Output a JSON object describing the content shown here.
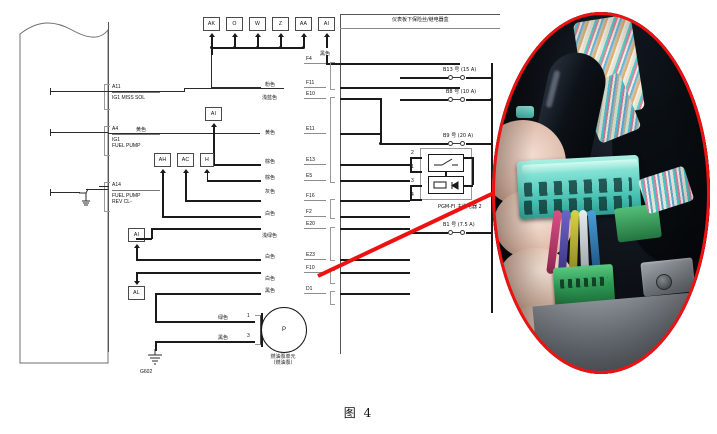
{
  "figure": {
    "caption": "图 4"
  },
  "diagram": {
    "header_label": "仪表板下保险丝/继电器盒",
    "left_terminals": [
      {
        "id": "A11",
        "desc": "IG1 MISS SOL"
      },
      {
        "id": "A4",
        "desc": "IG1\nFUEL PUMP"
      },
      {
        "id": "A14",
        "desc": "FUEL PUMP\nREV CL-"
      }
    ],
    "top_connector_boxes": [
      "AK",
      "O",
      "W",
      "Z",
      "AA",
      "AI"
    ],
    "mid_connector_boxes": [
      "AH",
      "AC",
      "H"
    ],
    "stack_box_upper": "AI",
    "stack_box_lower2": "AI",
    "stack_box_lower": "AL",
    "wire_colors": [
      {
        "label": "黑色",
        "pin": "F4"
      },
      {
        "label": "粉色",
        "pin": "F11"
      },
      {
        "label": "浅蓝色",
        "pin": "E10"
      },
      {
        "label": "黄色",
        "pin": "E11"
      },
      {
        "label": "棕色",
        "pin": "E13"
      },
      {
        "label": "棕色",
        "pin": "E5"
      },
      {
        "label": "灰色",
        "pin": "F16"
      },
      {
        "label": "白色",
        "pin": "F2"
      },
      {
        "label": "浅绿色",
        "pin": "E20"
      },
      {
        "label": "白色",
        "pin": "E23"
      },
      {
        "label": "白色",
        "pin": "F10"
      },
      {
        "label": "黑色",
        "pin": "D1"
      }
    ],
    "motor_wire_colors": [
      "绿色",
      "黑色"
    ],
    "motor_pins": [
      "1",
      "3"
    ],
    "motor_label": "燃油泵单元\n（燃油泵）",
    "ground_label": "G602",
    "fuses": [
      {
        "label": "B13 号 (15 A)"
      },
      {
        "label": "B8 号 (10 A)"
      },
      {
        "label": "B9 号 (20 A)"
      },
      {
        "label": "B1 号 (7.5 A)"
      }
    ],
    "relay": {
      "pins": [
        "2",
        "1",
        "3",
        "4"
      ],
      "label": "PGM-FI 主继电器 2"
    }
  },
  "photo": {
    "alt_name": "under-dash-fuse-relay-box-photo",
    "description": "手持青绿色线束连接器",
    "highlight_color": "#ee1111",
    "connector_color": "#7fe3d4",
    "green_connector_color": "#2fa85f"
  }
}
